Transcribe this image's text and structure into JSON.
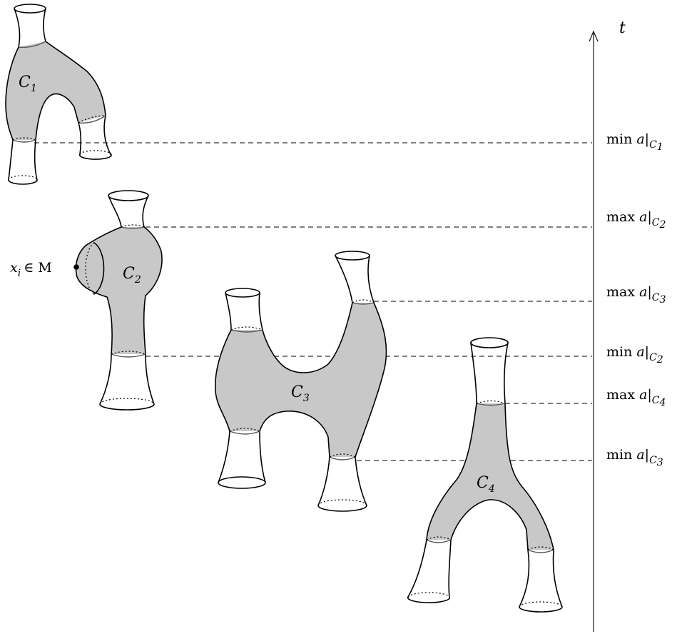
{
  "axis": {
    "label": "t"
  },
  "levels": [
    {
      "key": "min-a-c1",
      "op": "min",
      "var": "a|",
      "sub": "C",
      "idx": "1"
    },
    {
      "key": "max-a-c2",
      "op": "max",
      "var": "a|",
      "sub": "C",
      "idx": "2"
    },
    {
      "key": "max-a-c3",
      "op": "max",
      "var": "a|",
      "sub": "C",
      "idx": "3"
    },
    {
      "key": "min-a-c2",
      "op": "min",
      "var": "a|",
      "sub": "C",
      "idx": "2"
    },
    {
      "key": "max-a-c4",
      "op": "max",
      "var": "a|",
      "sub": "C",
      "idx": "4"
    },
    {
      "key": "min-a-c3",
      "op": "min",
      "var": "a|",
      "sub": "C",
      "idx": "3"
    }
  ],
  "components": [
    {
      "key": "c1",
      "letter": "C",
      "idx": "1"
    },
    {
      "key": "c2",
      "letter": "C",
      "idx": "2"
    },
    {
      "key": "c3",
      "letter": "C",
      "idx": "3"
    },
    {
      "key": "c4",
      "letter": "C",
      "idx": "4"
    }
  ],
  "point": {
    "var": "x",
    "sub": "i",
    "rel": "∈ M"
  }
}
